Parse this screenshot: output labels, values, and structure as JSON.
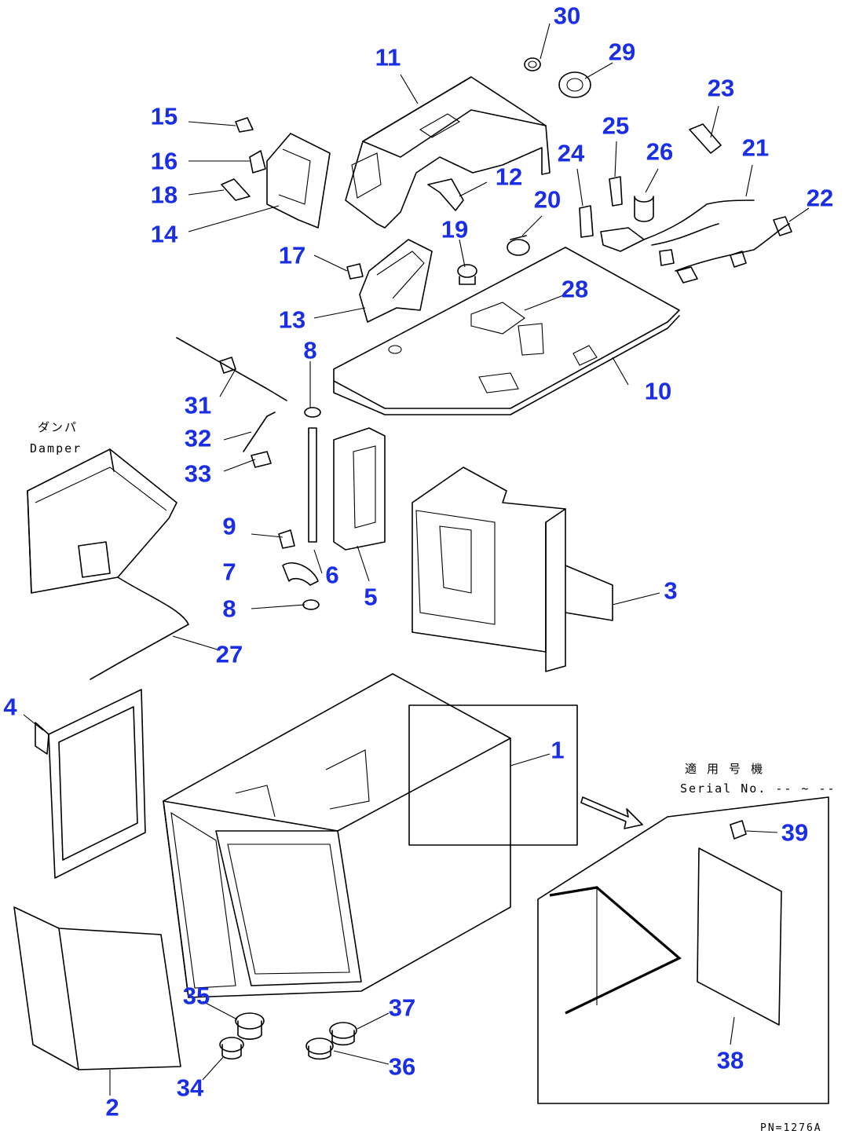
{
  "callouts": [
    {
      "id": "1",
      "label": "1"
    },
    {
      "id": "2",
      "label": "2"
    },
    {
      "id": "3",
      "label": "3"
    },
    {
      "id": "4",
      "label": "4"
    },
    {
      "id": "5",
      "label": "5"
    },
    {
      "id": "6",
      "label": "6"
    },
    {
      "id": "7",
      "label": "7"
    },
    {
      "id": "8a",
      "label": "8"
    },
    {
      "id": "8b",
      "label": "8"
    },
    {
      "id": "9",
      "label": "9"
    },
    {
      "id": "10",
      "label": "10"
    },
    {
      "id": "11",
      "label": "11"
    },
    {
      "id": "12",
      "label": "12"
    },
    {
      "id": "13",
      "label": "13"
    },
    {
      "id": "14",
      "label": "14"
    },
    {
      "id": "15",
      "label": "15"
    },
    {
      "id": "16",
      "label": "16"
    },
    {
      "id": "17",
      "label": "17"
    },
    {
      "id": "18",
      "label": "18"
    },
    {
      "id": "19",
      "label": "19"
    },
    {
      "id": "20",
      "label": "20"
    },
    {
      "id": "21",
      "label": "21"
    },
    {
      "id": "22",
      "label": "22"
    },
    {
      "id": "23",
      "label": "23"
    },
    {
      "id": "24",
      "label": "24"
    },
    {
      "id": "25",
      "label": "25"
    },
    {
      "id": "26",
      "label": "26"
    },
    {
      "id": "27",
      "label": "27"
    },
    {
      "id": "28",
      "label": "28"
    },
    {
      "id": "29",
      "label": "29"
    },
    {
      "id": "30",
      "label": "30"
    },
    {
      "id": "31",
      "label": "31"
    },
    {
      "id": "32",
      "label": "32"
    },
    {
      "id": "33",
      "label": "33"
    },
    {
      "id": "34",
      "label": "34"
    },
    {
      "id": "35",
      "label": "35"
    },
    {
      "id": "36",
      "label": "36"
    },
    {
      "id": "37",
      "label": "37"
    },
    {
      "id": "38",
      "label": "38"
    },
    {
      "id": "39",
      "label": "39"
    }
  ],
  "notes": {
    "damper_jp": "ダンパ",
    "damper_en": "Damper",
    "serial_jp": "適 用 号 機",
    "serial_en": "Serial No. -- ~ --",
    "figure_code": "PN=1276A"
  },
  "colors": {
    "callout": "#1a2ee6",
    "line": "#000000",
    "background": "#ffffff"
  }
}
